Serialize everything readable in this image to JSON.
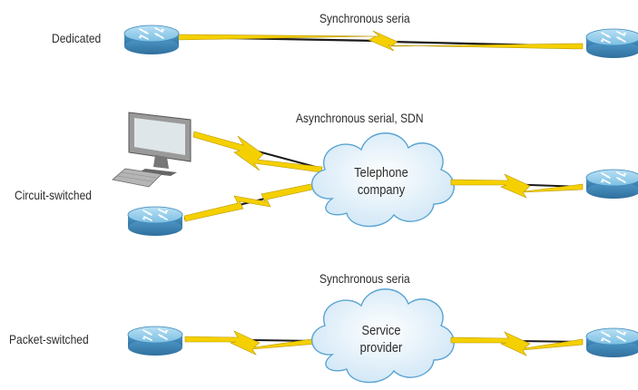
{
  "rows": {
    "dedicated": {
      "label": "Dedicated",
      "link_label": "Synchronous seria"
    },
    "circuit": {
      "label": "Circuit-switched",
      "link_label": "Asynchronous serial, SDN",
      "cloud_line1": "Telephone",
      "cloud_line2": "company"
    },
    "packet": {
      "label": "Packet-switched",
      "link_label": "Synchronous seria",
      "cloud_line1": "Service",
      "cloud_line2": "provider"
    }
  },
  "colors": {
    "router_top": "#8fc9ea",
    "router_side": "#3d86b8",
    "bolt": "#f5d000",
    "link": "#1a1a1a",
    "cloud_fill": "#e7f3fb",
    "cloud_stroke": "#5aa4d2"
  },
  "icons": [
    "router-icon",
    "computer-icon",
    "cloud-icon",
    "lightning-bolt-icon"
  ]
}
